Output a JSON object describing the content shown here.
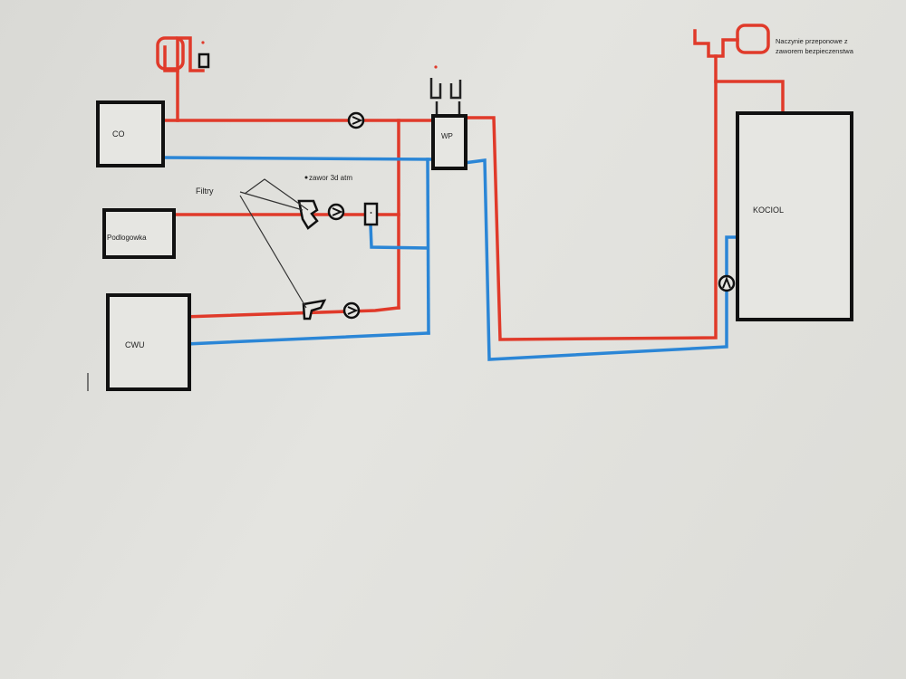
{
  "colors": {
    "hot": "#e03a2a",
    "cold": "#2b86d6",
    "line": "#111111",
    "paper": "#e4e4e0"
  },
  "labels": {
    "co": "CO",
    "podlogowka": "Podlogowka",
    "cwu": "CWU",
    "wp": "WP",
    "kociol": "KOCIOL",
    "filtry": "Filtry",
    "zawor": "zawor 3d atm",
    "naczynie_line1": "Naczynie przeponowe z",
    "naczynie_line2": "zaworem bezpieczenstwa"
  },
  "icons": {
    "pump": "pump-icon",
    "filter": "filter-icon",
    "valve": "three-way-valve-icon",
    "vessel": "expansion-vessel-icon",
    "vent": "air-vent-icon"
  }
}
